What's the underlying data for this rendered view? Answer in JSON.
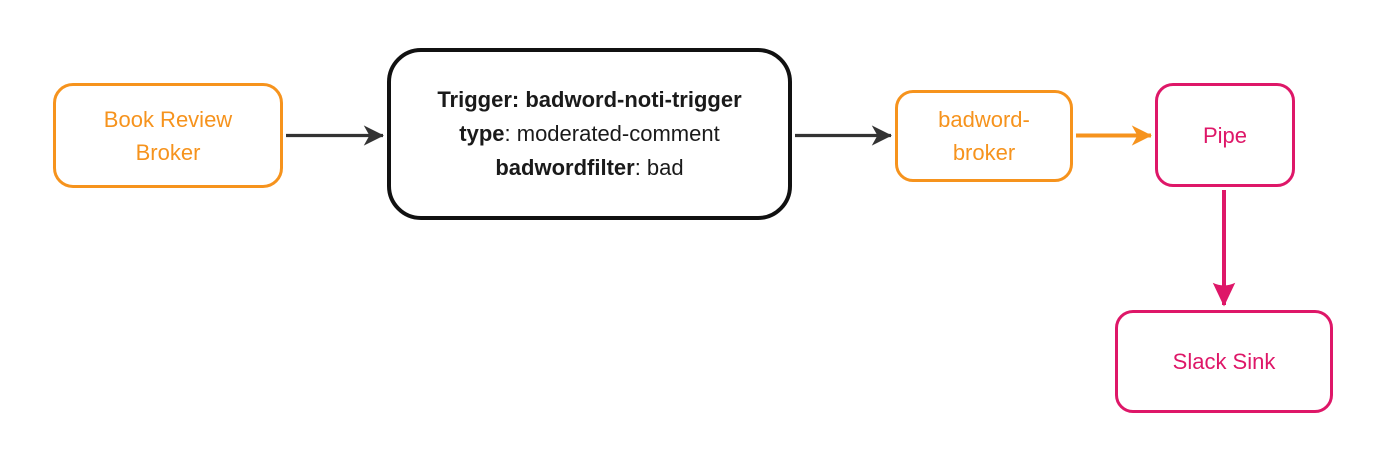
{
  "diagram": {
    "type": "flowchart",
    "background": "#FFFFFF",
    "colors": {
      "orange": "#F6931D",
      "pink": "#DE1768",
      "box_black": "#111111",
      "arrow_dark": "#333333"
    },
    "nodes": {
      "book_review_broker": {
        "label": "Book Review Broker",
        "color": "#F6931D"
      },
      "trigger": {
        "line1": "Trigger: badword-noti-trigger",
        "line2_key": "type",
        "line2_rest": ": moderated-comment",
        "line3_key": "badwordfilter",
        "line3_rest": ": bad",
        "color": "#111111"
      },
      "badword_broker": {
        "label": "badword-broker",
        "color": "#F6931D"
      },
      "pipe": {
        "label": "Pipe",
        "color": "#DE1768"
      },
      "slack_sink": {
        "label": "Slack Sink",
        "color": "#DE1768"
      }
    },
    "edges": [
      {
        "from": "book_review_broker",
        "to": "trigger",
        "color": "#333333",
        "direction": "right"
      },
      {
        "from": "trigger",
        "to": "badword_broker",
        "color": "#333333",
        "direction": "right"
      },
      {
        "from": "badword_broker",
        "to": "pipe",
        "color": "#F6931D",
        "direction": "right"
      },
      {
        "from": "pipe",
        "to": "slack_sink",
        "color": "#DE1768",
        "direction": "down"
      }
    ]
  }
}
